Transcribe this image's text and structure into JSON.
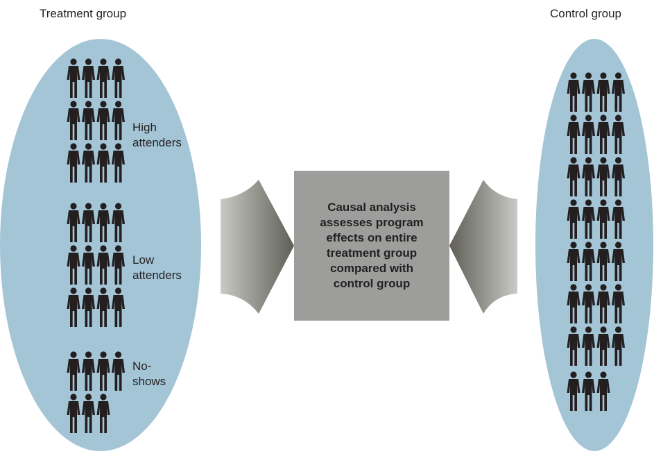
{
  "treatment": {
    "title": "Treatment group",
    "subgroups": [
      {
        "label": "High\nattenders",
        "count": 12
      },
      {
        "label": "Low\nattenders",
        "count": 12
      },
      {
        "label": "No-\nshows",
        "count": 7
      }
    ]
  },
  "control": {
    "title": "Control group",
    "count": 31
  },
  "center": {
    "text": "Causal analysis\nassesses program\neffects on entire\ntreatment group\ncompared with\ncontrol group"
  },
  "colors": {
    "ellipse": "#a4c5d6",
    "box": "#9d9d9c",
    "arrow_dark": "#5f5f57",
    "arrow_light": "#c9c9c5",
    "figure": "#231f20"
  },
  "icons": {
    "person": "person-icon",
    "arrow_left": "funnel-arrow-right-icon",
    "arrow_right": "funnel-arrow-left-icon"
  }
}
